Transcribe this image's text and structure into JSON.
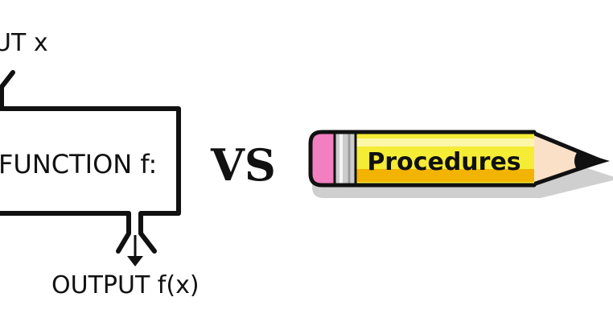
{
  "function_diagram": {
    "input_label": "UT x",
    "function_label": "FUNCTION f:",
    "output_label": "OUTPUT f(x)"
  },
  "versus_label": "VS",
  "pencil": {
    "label": "Procedures",
    "colors": {
      "eraser": "#f27fbf",
      "ferrule": "#cccccc",
      "body": "#f5ec35",
      "body_shade": "#f2b400",
      "wood": "#fbe0c8",
      "lead": "#111111",
      "shadow": "#cfcfcf"
    }
  },
  "icons": [
    "arrow-down-icon",
    "pencil-icon"
  ]
}
